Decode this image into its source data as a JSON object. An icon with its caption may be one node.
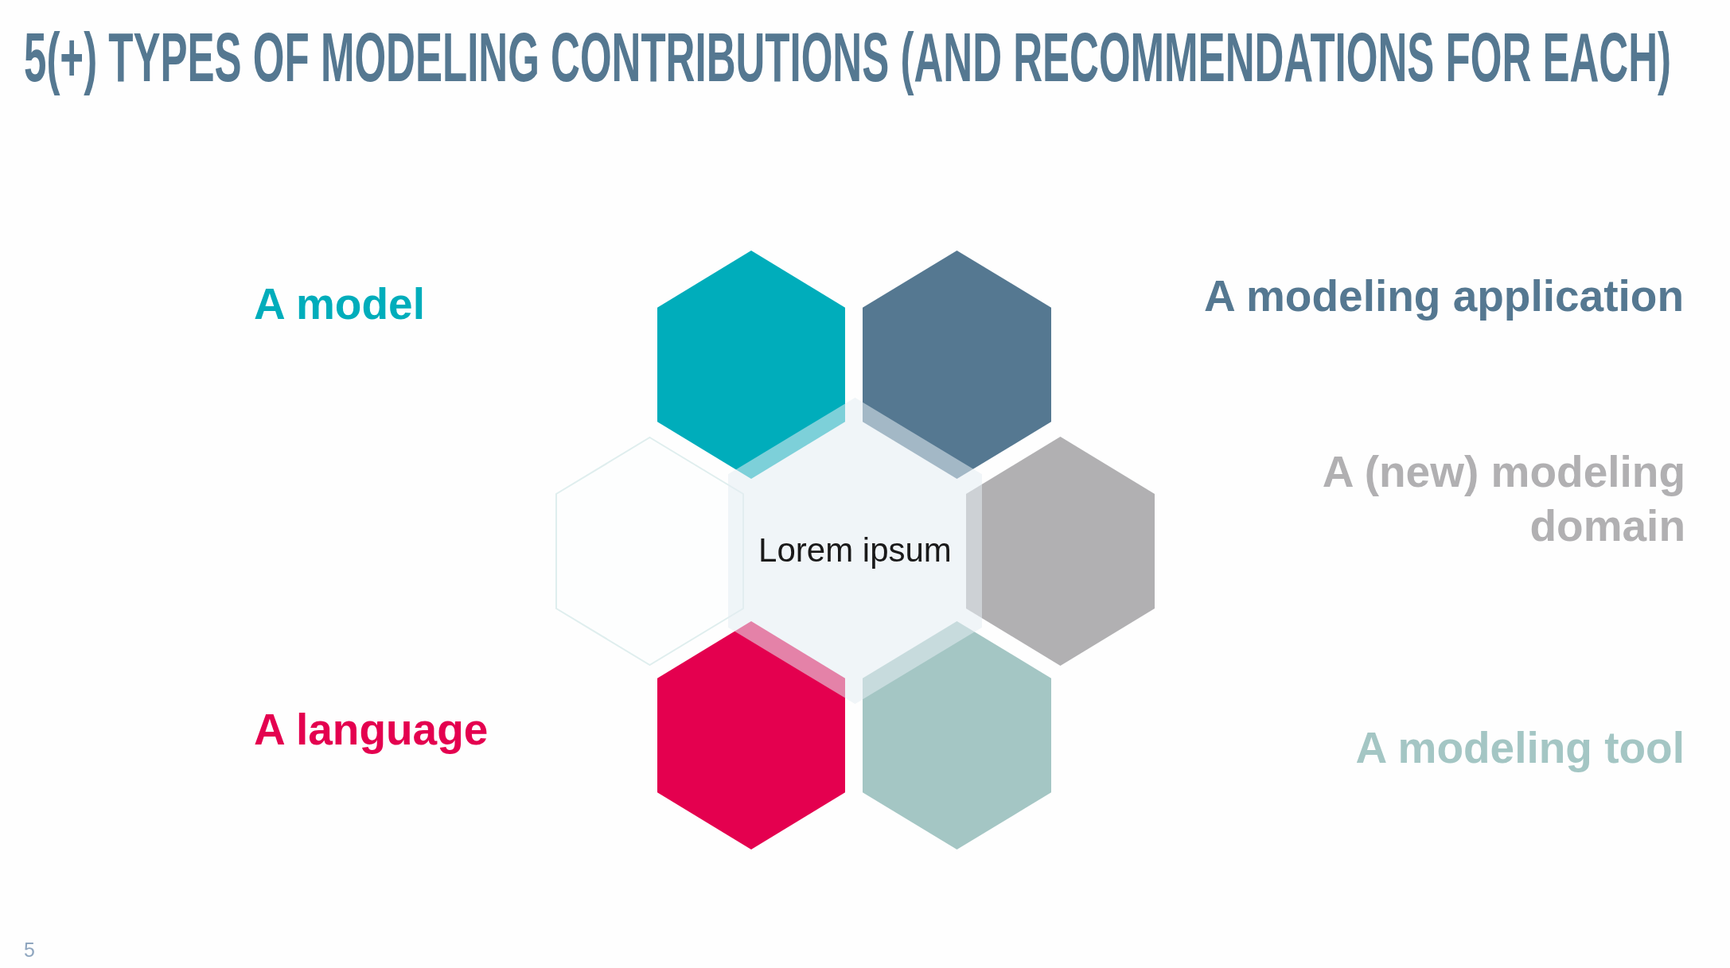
{
  "diagram": {
    "title": "5(+) TYPES OF MODELING CONTRIBUTIONS (AND RECOMMENDATIONS FOR EACH)",
    "nodes": [
      {
        "text": [],
        "shape": "hexagon"
      },
      {
        "text": [],
        "shape": "hexagon"
      },
      {
        "text": [],
        "shape": "hexagon"
      },
      {
        "text": [
          "Lorem ipsum"
        ]
      },
      {
        "text": [],
        "shape": "hexagon"
      },
      {
        "text": [],
        "shape": "hexagon"
      },
      {
        "text": [],
        "shape": "hexagon"
      }
    ],
    "labels": [
      "A model",
      "A modeling application",
      "A (new) modeling domain",
      "A language",
      "A modeling tool",
      "5"
    ]
  }
}
